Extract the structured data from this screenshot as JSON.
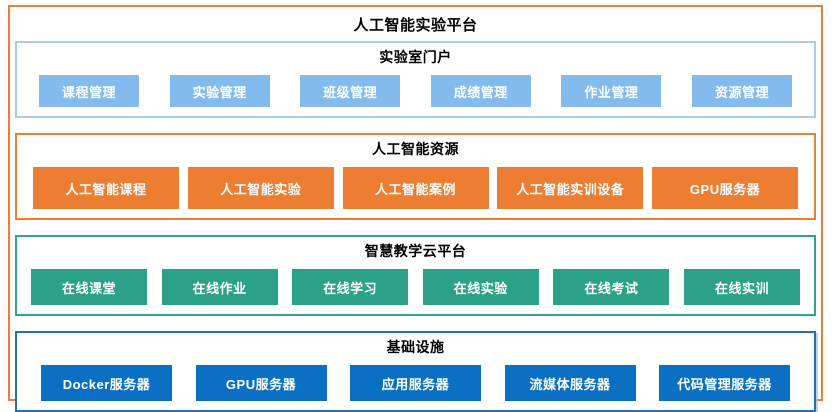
{
  "page_title": "人工智能实验平台",
  "colors": {
    "outer_border": "#ED7D31",
    "portal_border": "#A6CBEF",
    "portal_button": "#84BBEF",
    "ai_border": "#ED7D31",
    "ai_button": "#ED7D31",
    "cloud_border": "#2EA68A",
    "cloud_button": "#2BA287",
    "infra_border": "#2171B8",
    "infra_button": "#0B70C4",
    "button_text": "#FFFFFF",
    "title_text": "#000000"
  },
  "sections": [
    {
      "title": "实验室门户",
      "items": [
        "课程管理",
        "实验管理",
        "班级管理",
        "成绩管理",
        "作业管理",
        "资源管理"
      ]
    },
    {
      "title": "人工智能资源",
      "items": [
        "人工智能课程",
        "人工智能实验",
        "人工智能案例",
        "人工智能实训设备",
        "GPU服务器"
      ]
    },
    {
      "title": "智慧教学云平台",
      "items": [
        "在线课堂",
        "在线作业",
        "在线学习",
        "在线实验",
        "在线考试",
        "在线实训"
      ]
    },
    {
      "title": "基础设施",
      "items": [
        "Docker服务器",
        "GPU服务器",
        "应用服务器",
        "流媒体服务器",
        "代码管理服务器"
      ]
    }
  ]
}
